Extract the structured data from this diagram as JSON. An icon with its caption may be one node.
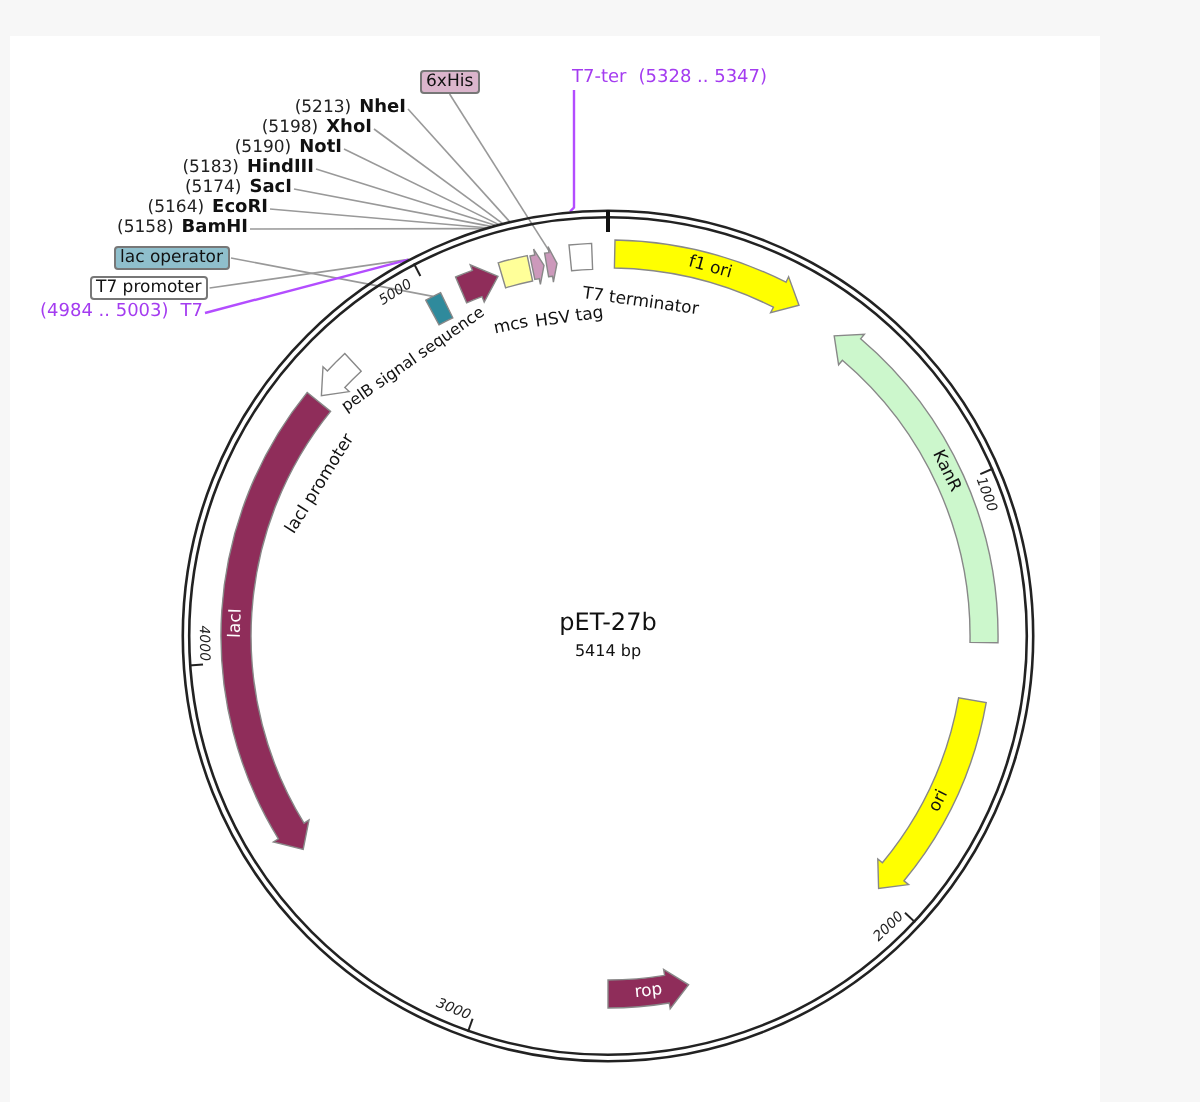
{
  "diagram": {
    "nodes": [
      {
        "text": [
          "6xHis"
        ]
      },
      {
        "text": [
          "T7-ter",
          "(5328 .. 5347)"
        ]
      },
      {
        "text": [
          "(5213)",
          "NheI"
        ]
      },
      {
        "text": [
          "(5198)",
          "XhoI"
        ]
      },
      {
        "text": [
          "(5190)",
          "NotI"
        ]
      },
      {
        "text": [
          "(5183)",
          "HindIII"
        ]
      },
      {
        "text": [
          "(5174)",
          "SacI"
        ]
      },
      {
        "text": [
          "(5164)",
          "EcoRI"
        ]
      },
      {
        "text": [
          "(5158)",
          "BamHI"
        ]
      },
      {
        "text": [
          "lac operator"
        ]
      },
      {
        "text": [
          "T7 promoter"
        ]
      },
      {
        "text": [
          "(4984 .. 5003)",
          "T7"
        ]
      },
      {
        "text": [
          "f1 ori"
        ]
      },
      {
        "text": [
          "KanR"
        ]
      },
      {
        "text": [
          "ori"
        ]
      },
      {
        "text": [
          "rop"
        ]
      },
      {
        "text": [
          "lacI"
        ]
      },
      {
        "text": [],
        "shape": "arrow"
      },
      {
        "text": [],
        "shape": "box"
      },
      {
        "text": [],
        "shape": "arrow",
        "beside": [
          "pelB signal sequence"
        ]
      },
      {
        "text": [],
        "shape": "box"
      },
      {
        "text": [],
        "shape": "arrow"
      },
      {
        "text": [],
        "shape": "arrow"
      },
      {
        "text": [],
        "shape": "box"
      }
    ],
    "edges": [
      {
        "from": 0,
        "to": 22,
        "arrow": "none"
      },
      {
        "from": 1,
        "to": null,
        "arrow": "none",
        "color": "#b34dff"
      },
      {
        "from": 2,
        "to": null,
        "arrow": "none"
      },
      {
        "from": 3,
        "to": null,
        "arrow": "none"
      },
      {
        "from": 4,
        "to": null,
        "arrow": "none"
      },
      {
        "from": 5,
        "to": null,
        "arrow": "none"
      },
      {
        "from": 6,
        "to": null,
        "arrow": "none"
      },
      {
        "from": 7,
        "to": null,
        "arrow": "none"
      },
      {
        "from": 8,
        "to": null,
        "arrow": "none"
      },
      {
        "from": 9,
        "to": 18,
        "arrow": "none"
      },
      {
        "from": 10,
        "to": null,
        "arrow": "none"
      },
      {
        "from": 11,
        "to": null,
        "arrow": "none",
        "color": "#b34dff"
      }
    ],
    "labels": [
      "pET-27b",
      "5414 bp",
      "1000",
      "2000",
      "3000",
      "4000",
      "5000",
      "mcs",
      "HSV tag",
      "T7 terminator",
      "lacI promoter"
    ]
  }
}
